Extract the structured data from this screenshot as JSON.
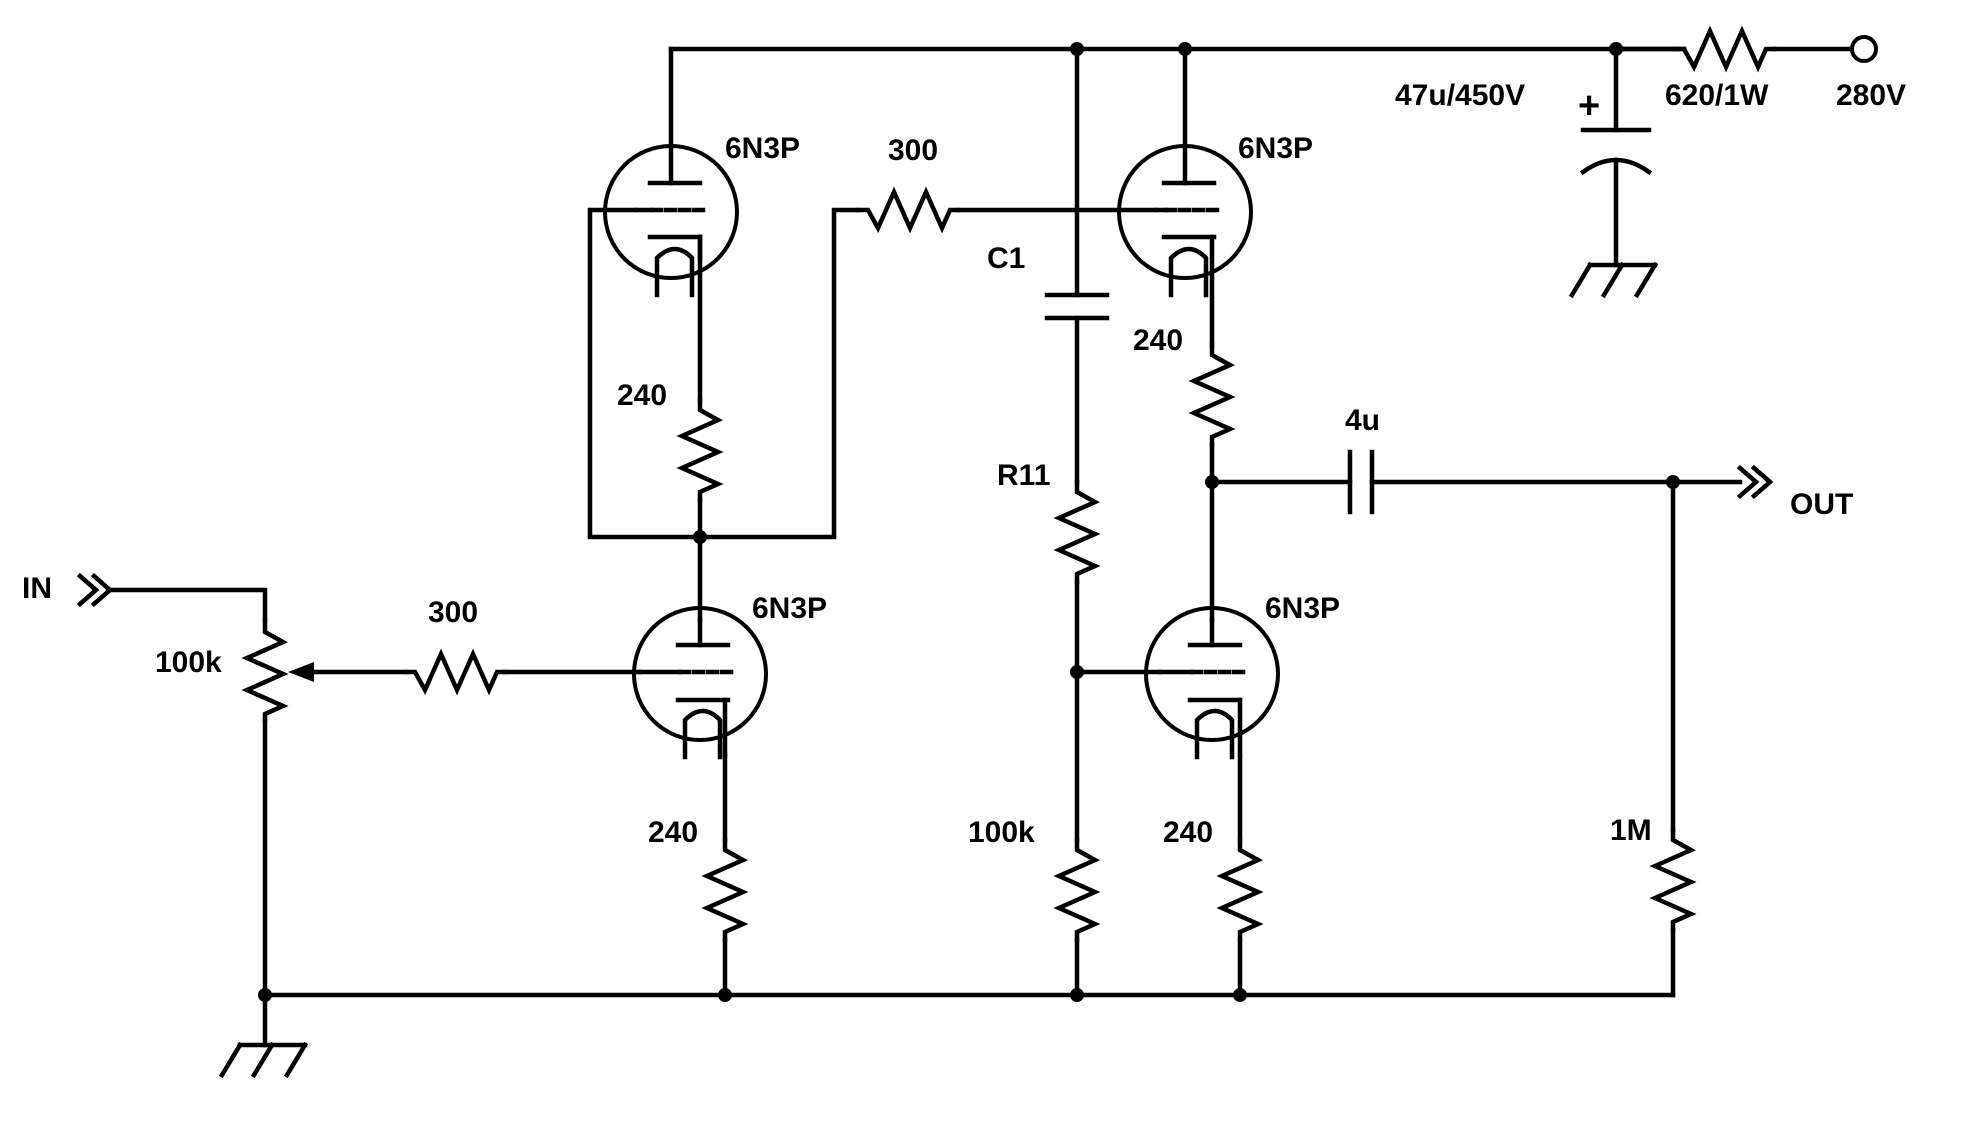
{
  "schematic": {
    "colors": {
      "ink": "#000000",
      "background": "#ffffff"
    },
    "ports": {
      "input": "IN",
      "output": "OUT",
      "supply": "280V"
    },
    "tubes": {
      "upper_left": "6N3P",
      "upper_right": "6N3P",
      "lower_left": "6N3P",
      "lower_right": "6N3P"
    },
    "resistors": {
      "input_pot": "100k",
      "grid_input": "300",
      "grid_upper": "300",
      "ul_cathode": "240",
      "ll_cathode": "240",
      "ur_cathode": "240",
      "lr_cathode": "240",
      "r11": "R11",
      "bias_bottom": "100k",
      "output_load": "1M",
      "supply_series": "620/1W"
    },
    "capacitors": {
      "c1": "C1",
      "output_coupling": "4u",
      "supply_filter": "47u/450V",
      "filter_polarity": "+"
    },
    "icons": [
      "ground-icon",
      "arrow-port-icon",
      "terminal-circle-icon"
    ]
  }
}
